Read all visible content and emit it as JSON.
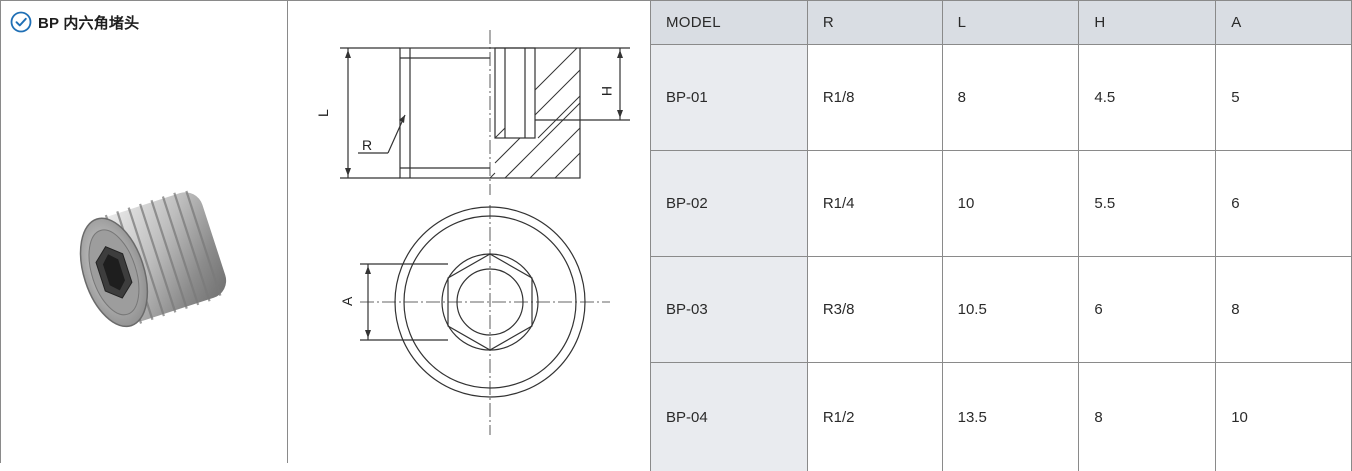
{
  "product": {
    "title": "BP 内六角堵头",
    "icon": "check-circle-icon",
    "accent_color": "#1f6fb5"
  },
  "drawing": {
    "labels": {
      "L": "L",
      "H": "H",
      "R": "R",
      "A": "A"
    }
  },
  "table": {
    "header_bg": "#d9dde3",
    "model_bg": "#e9ebef",
    "headers": [
      "MODEL",
      "R",
      "L",
      "H",
      "A"
    ],
    "rows": [
      [
        "BP-01",
        "R1/8",
        "8",
        "4.5",
        "5"
      ],
      [
        "BP-02",
        "R1/4",
        "10",
        "5.5",
        "6"
      ],
      [
        "BP-03",
        "R3/8",
        "10.5",
        "6",
        "8"
      ],
      [
        "BP-04",
        "R1/2",
        "13.5",
        "8",
        "10"
      ]
    ]
  }
}
